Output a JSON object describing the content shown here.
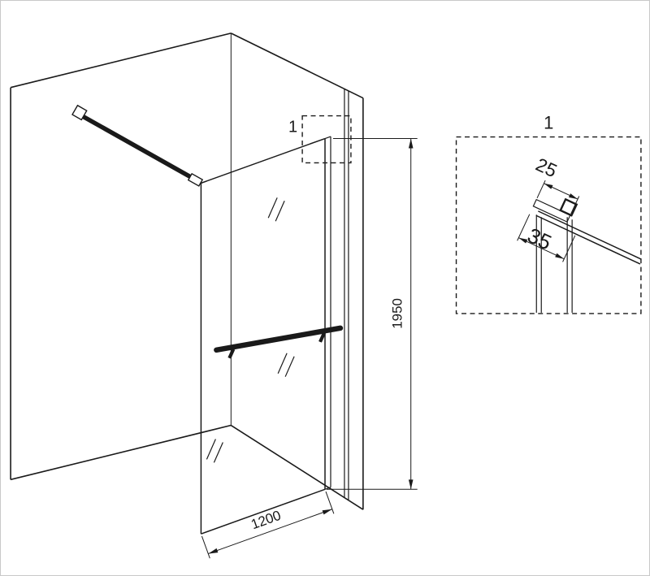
{
  "figure": {
    "detail_callout_label": "1",
    "detail_view_title": "1",
    "dimensions": {
      "height": "1950",
      "width": "1200",
      "profile_width": "25",
      "profile_depth": "35"
    }
  },
  "colors": {
    "line": "#1a1a1a",
    "background": "#ffffff",
    "border": "#c9c9c9"
  }
}
